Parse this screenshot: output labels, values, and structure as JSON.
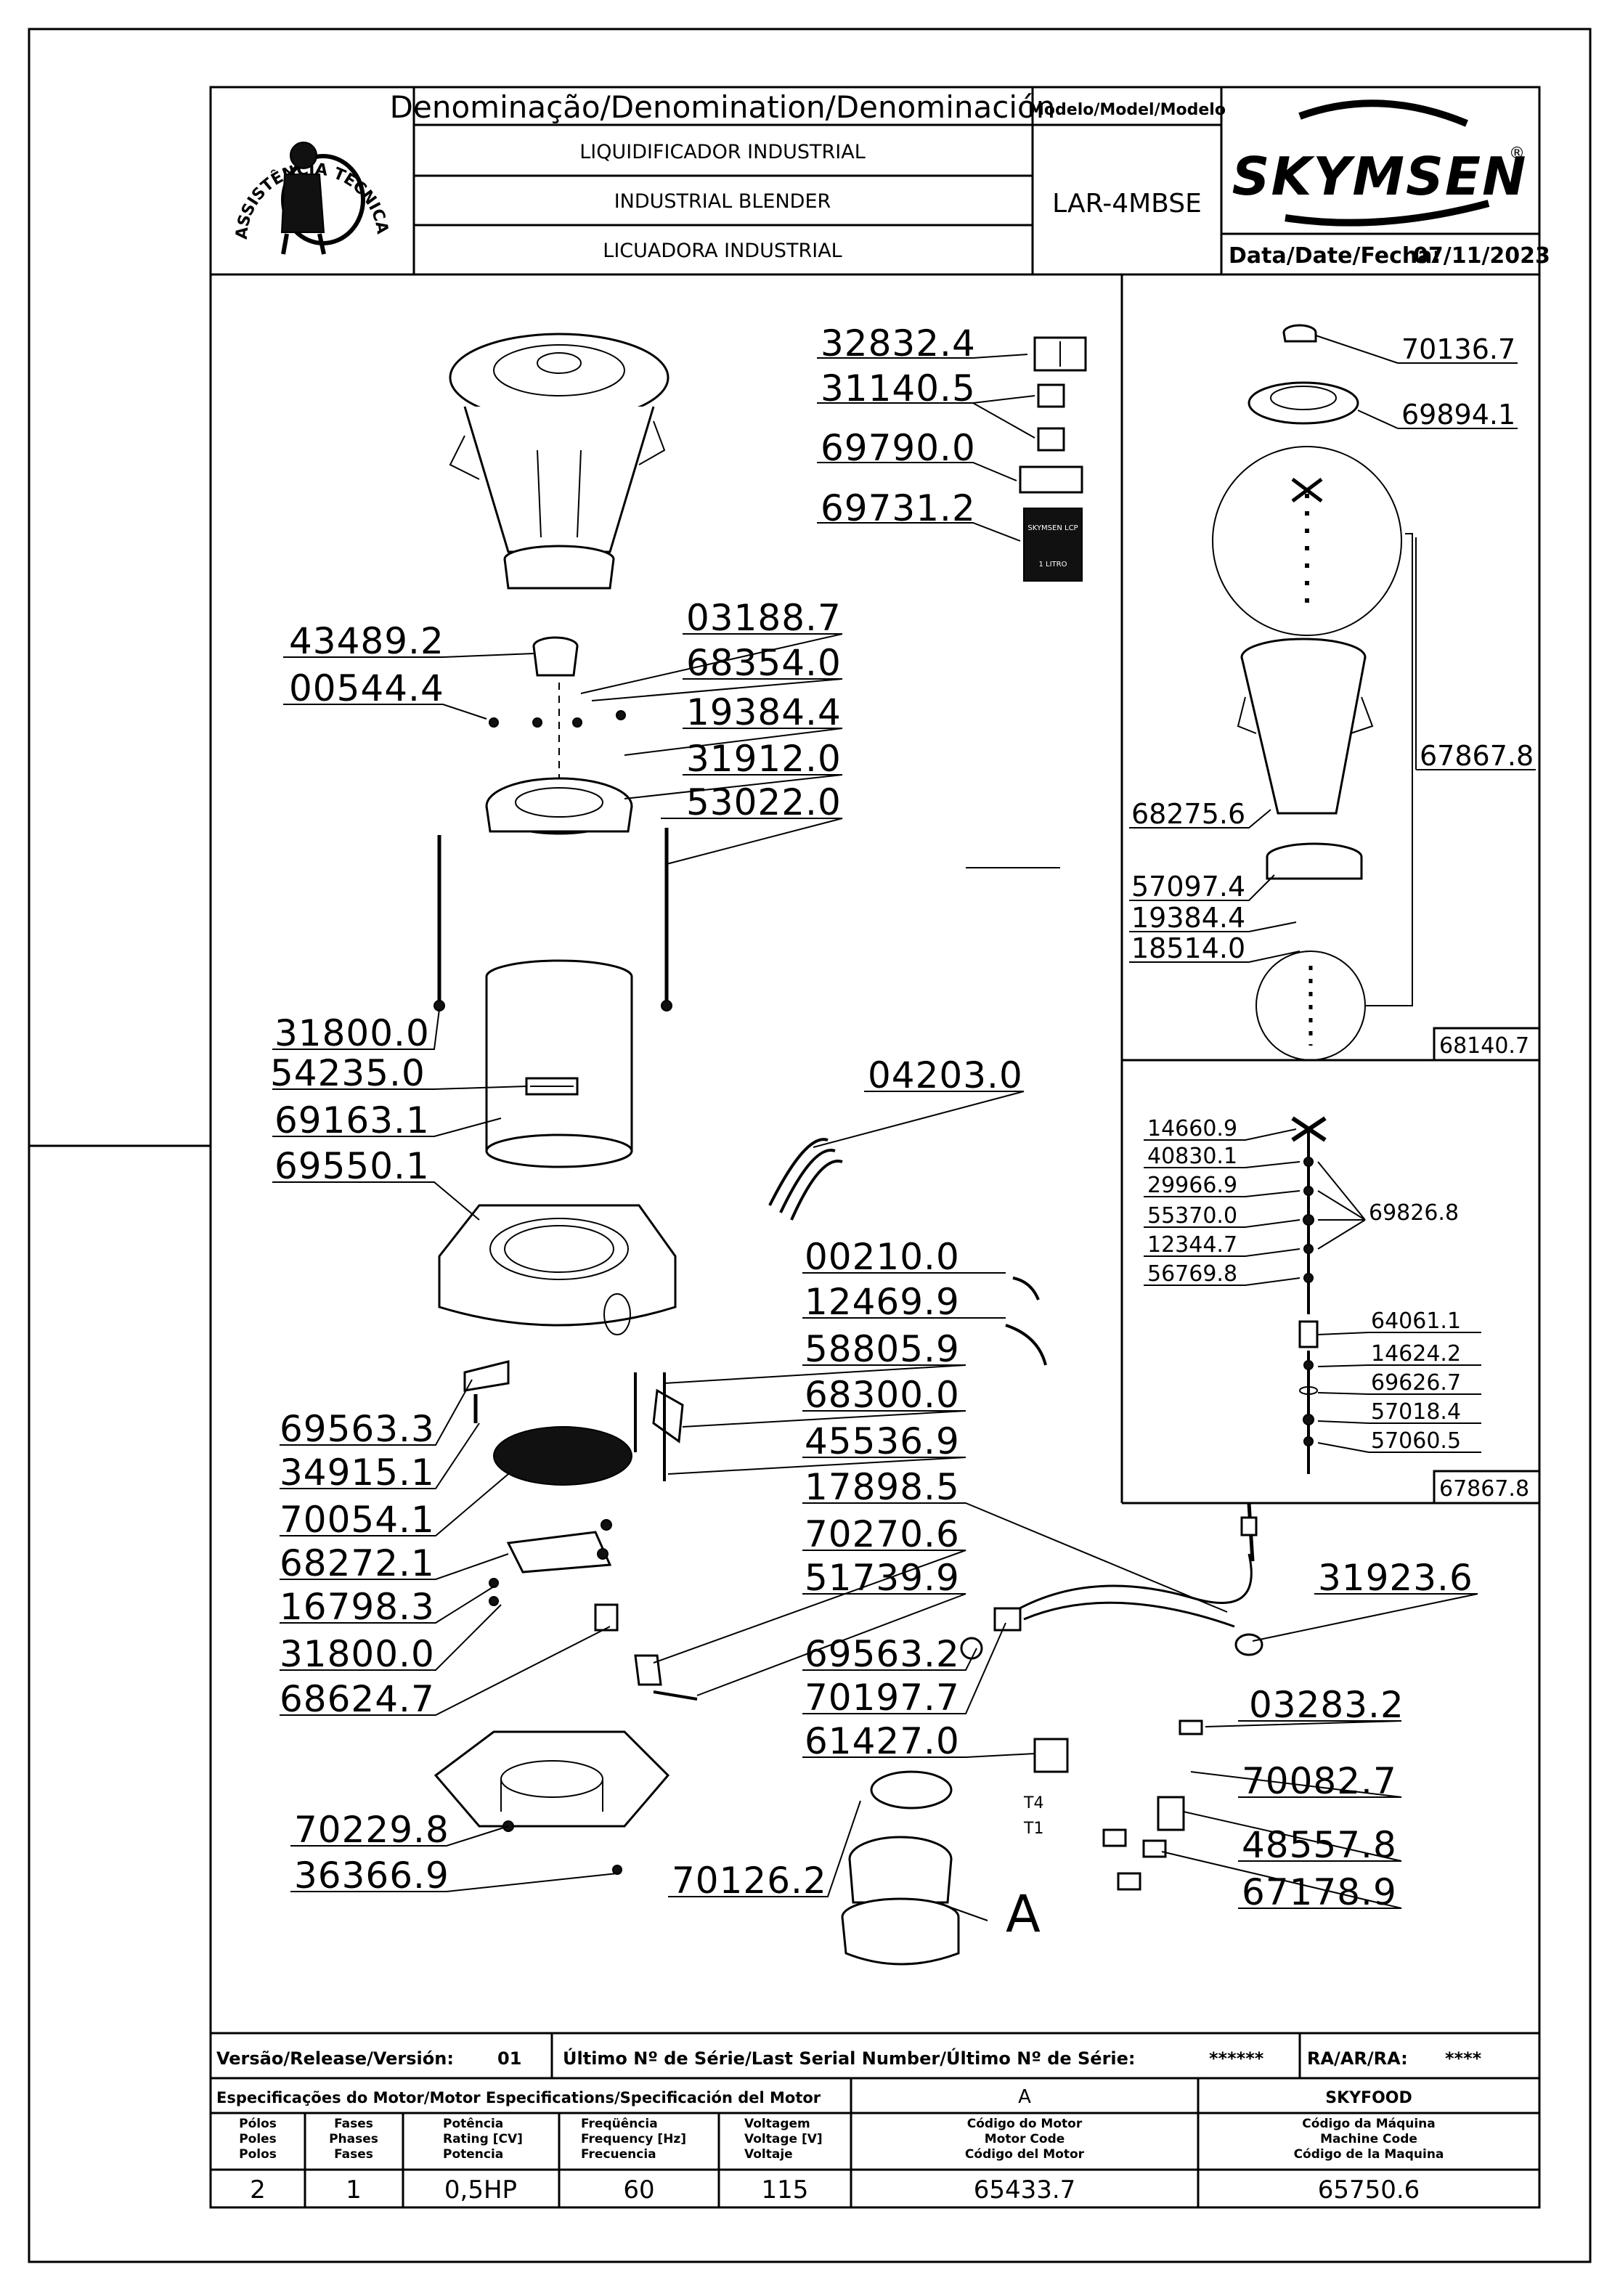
{
  "header": {
    "denomination_title": "Denominação/Denomination/Denominación",
    "name_pt": "LIQUIDIFICADOR INDUSTRIAL",
    "name_en": "INDUSTRIAL BLENDER",
    "name_es": "LICUADORA INDUSTRIAL",
    "model_title": "Modelo/Model/Modelo",
    "model": "LAR-4MBSE",
    "brand": "SKYMSEN",
    "brand_mark": "®",
    "date_label": "Data/Date/Fecha:",
    "date": "07/11/2023",
    "seal_text": "ASSISTÊNCIA TÉCNICA AUTORIZADA"
  },
  "parts_main": {
    "p32832_4": "32832.4",
    "p31140_5": "31140.5",
    "p69790_0": "69790.0",
    "p69731_2": "69731.2",
    "p43489_2": "43489.2",
    "p00544_4": "00544.4",
    "p03188_7": "03188.7",
    "p68354_0": "68354.0",
    "p19384_4": "19384.4",
    "p31912_0": "31912.0",
    "p53022_0": "53022.0",
    "p31800_0a": "31800.0",
    "p54235_0": "54235.0",
    "p69163_1": "69163.1",
    "p69550_1": "69550.1",
    "p04203_0": "04203.0",
    "p00210_0": "00210.0",
    "p12469_9": "12469.9",
    "p58805_9": "58805.9",
    "p68300_0": "68300.0",
    "p45536_9": "45536.9",
    "p17898_5": "17898.5",
    "p69563_3": "69563.3",
    "p34915_1": "34915.1",
    "p70054_1": "70054.1",
    "p68272_1": "68272.1",
    "p16798_3": "16798.3",
    "p31800_0b": "31800.0",
    "p68624_7": "68624.7",
    "p70270_6": "70270.6",
    "p51739_9": "51739.9",
    "p31923_6": "31923.6",
    "p69563_2": "69563.2",
    "p70197_7": "70197.7",
    "p61427_0": "61427.0",
    "p03283_2": "03283.2",
    "p70082_7": "70082.7",
    "p48557_8": "48557.8",
    "p67178_9": "67178.9",
    "p70229_8": "70229.8",
    "p36366_9": "36366.9",
    "p70126_2": "70126.2",
    "label_A": "A",
    "label_T4": "T4",
    "label_T1": "T1"
  },
  "parts_right_top": {
    "p70136_7": "70136.7",
    "p69894_1": "69894.1",
    "p67867_8": "67867.8",
    "p68275_6": "68275.6",
    "p57097_4": "57097.4",
    "p19384_4": "19384.4",
    "p18514_0": "18514.0",
    "box": "68140.7"
  },
  "parts_right_bottom": {
    "p14660_9": "14660.9",
    "p40830_1": "40830.1",
    "p29966_9": "29966.9",
    "p55370_0": "55370.0",
    "p12344_7": "12344.7",
    "p56769_8": "56769.8",
    "p69826_8": "69826.8",
    "p64061_1": "64061.1",
    "p14624_2": "14624.2",
    "p69626_7": "69626.7",
    "p57018_4": "57018.4",
    "p57060_5": "57060.5",
    "box": "67867.8"
  },
  "manual_sheet": {
    "line1": "SKYMSEN LCP",
    "line2": "1 LITRO"
  },
  "title_block": {
    "version_label": "Versão/Release/Versión:",
    "version": "01",
    "serial_label": "Último Nº de Série/Last Serial Number/Último Nº de Série:",
    "serial": "******",
    "ra_label": "RA/AR/RA:",
    "ra": "****",
    "motor_spec_label": "Especificações do Motor/Motor Especifications/Specificación del Motor",
    "motor_letter": "A",
    "machine_name": "SKYFOOD",
    "col_poles": [
      "Pólos",
      "Poles",
      "Polos"
    ],
    "col_phases": [
      "Fases",
      "Phases",
      "Fases"
    ],
    "col_power": [
      "Potência",
      "Rating [CV]",
      "Potencia"
    ],
    "col_freq": [
      "Freqüência",
      "Frequency [Hz]",
      "Frecuencia"
    ],
    "col_voltage": [
      "Voltagem",
      "Voltage [V]",
      "Voltaje"
    ],
    "col_motor_code": [
      "Código do Motor",
      "Motor Code",
      "Código del Motor"
    ],
    "col_machine_code": [
      "Código da Máquina",
      "Machine Code",
      "Código de la Maquina"
    ],
    "poles": "2",
    "phases": "1",
    "power": "0,5HP",
    "frequency": "60",
    "voltage": "115",
    "motor_code": "65433.7",
    "machine_code": "65750.6"
  }
}
